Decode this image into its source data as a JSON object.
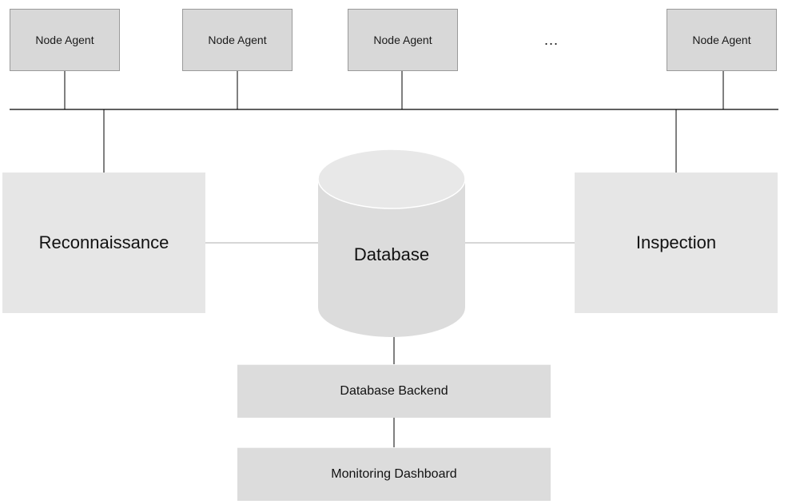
{
  "diagram": {
    "node_agents": [
      "Node Agent",
      "Node Agent",
      "Node Agent",
      "Node Agent"
    ],
    "ellipsis": "...",
    "reconnaissance": "Reconnaissance",
    "database": "Database",
    "inspection": "Inspection",
    "database_backend": "Database Backend",
    "monitoring_dashboard": "Monitoring Dashboard"
  },
  "colors": {
    "node_fill": "#d8d8d8",
    "component_fill": "#e6e6e6",
    "database_fill": "#dcdcdc",
    "line": "#000000"
  }
}
